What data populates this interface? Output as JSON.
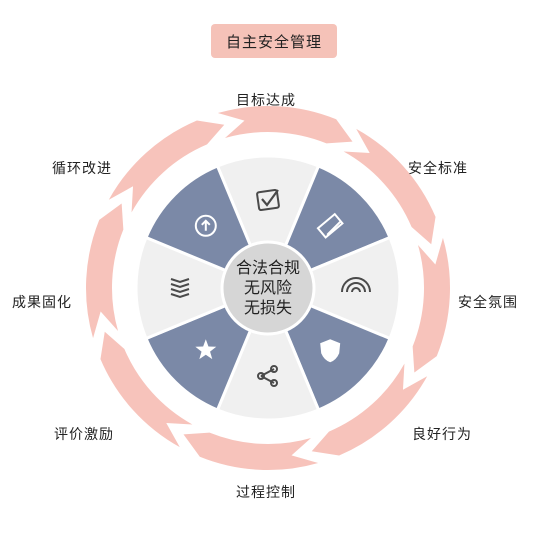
{
  "title": "自主安全管理",
  "center_lines": [
    "合法合规",
    "无风险",
    "无损失"
  ],
  "stages": [
    {
      "label": "目标达成"
    },
    {
      "label": "安全标准"
    },
    {
      "label": "安全氛围"
    },
    {
      "label": "良好行为"
    },
    {
      "label": "过程控制"
    },
    {
      "label": "评价激励"
    },
    {
      "label": "成果固化"
    },
    {
      "label": "循环改进"
    }
  ],
  "segments": [
    {
      "icon": "checkbox-icon",
      "fill": "light"
    },
    {
      "icon": "ruler-pencil-icon",
      "fill": "dark"
    },
    {
      "icon": "signal-waves-icon",
      "fill": "light"
    },
    {
      "icon": "shield-icon",
      "fill": "dark"
    },
    {
      "icon": "share-nodes-icon",
      "fill": "light"
    },
    {
      "icon": "star-icon",
      "fill": "dark"
    },
    {
      "icon": "stack-layers-icon",
      "fill": "light"
    },
    {
      "icon": "upload-circle-icon",
      "fill": "dark"
    }
  ],
  "colors": {
    "ring": "#f7c3bb",
    "segment_dark": "#7b89a7",
    "segment_light": "#f0f0f0",
    "center": "#d6d6d6",
    "title_bg": "#f5c2b8"
  }
}
